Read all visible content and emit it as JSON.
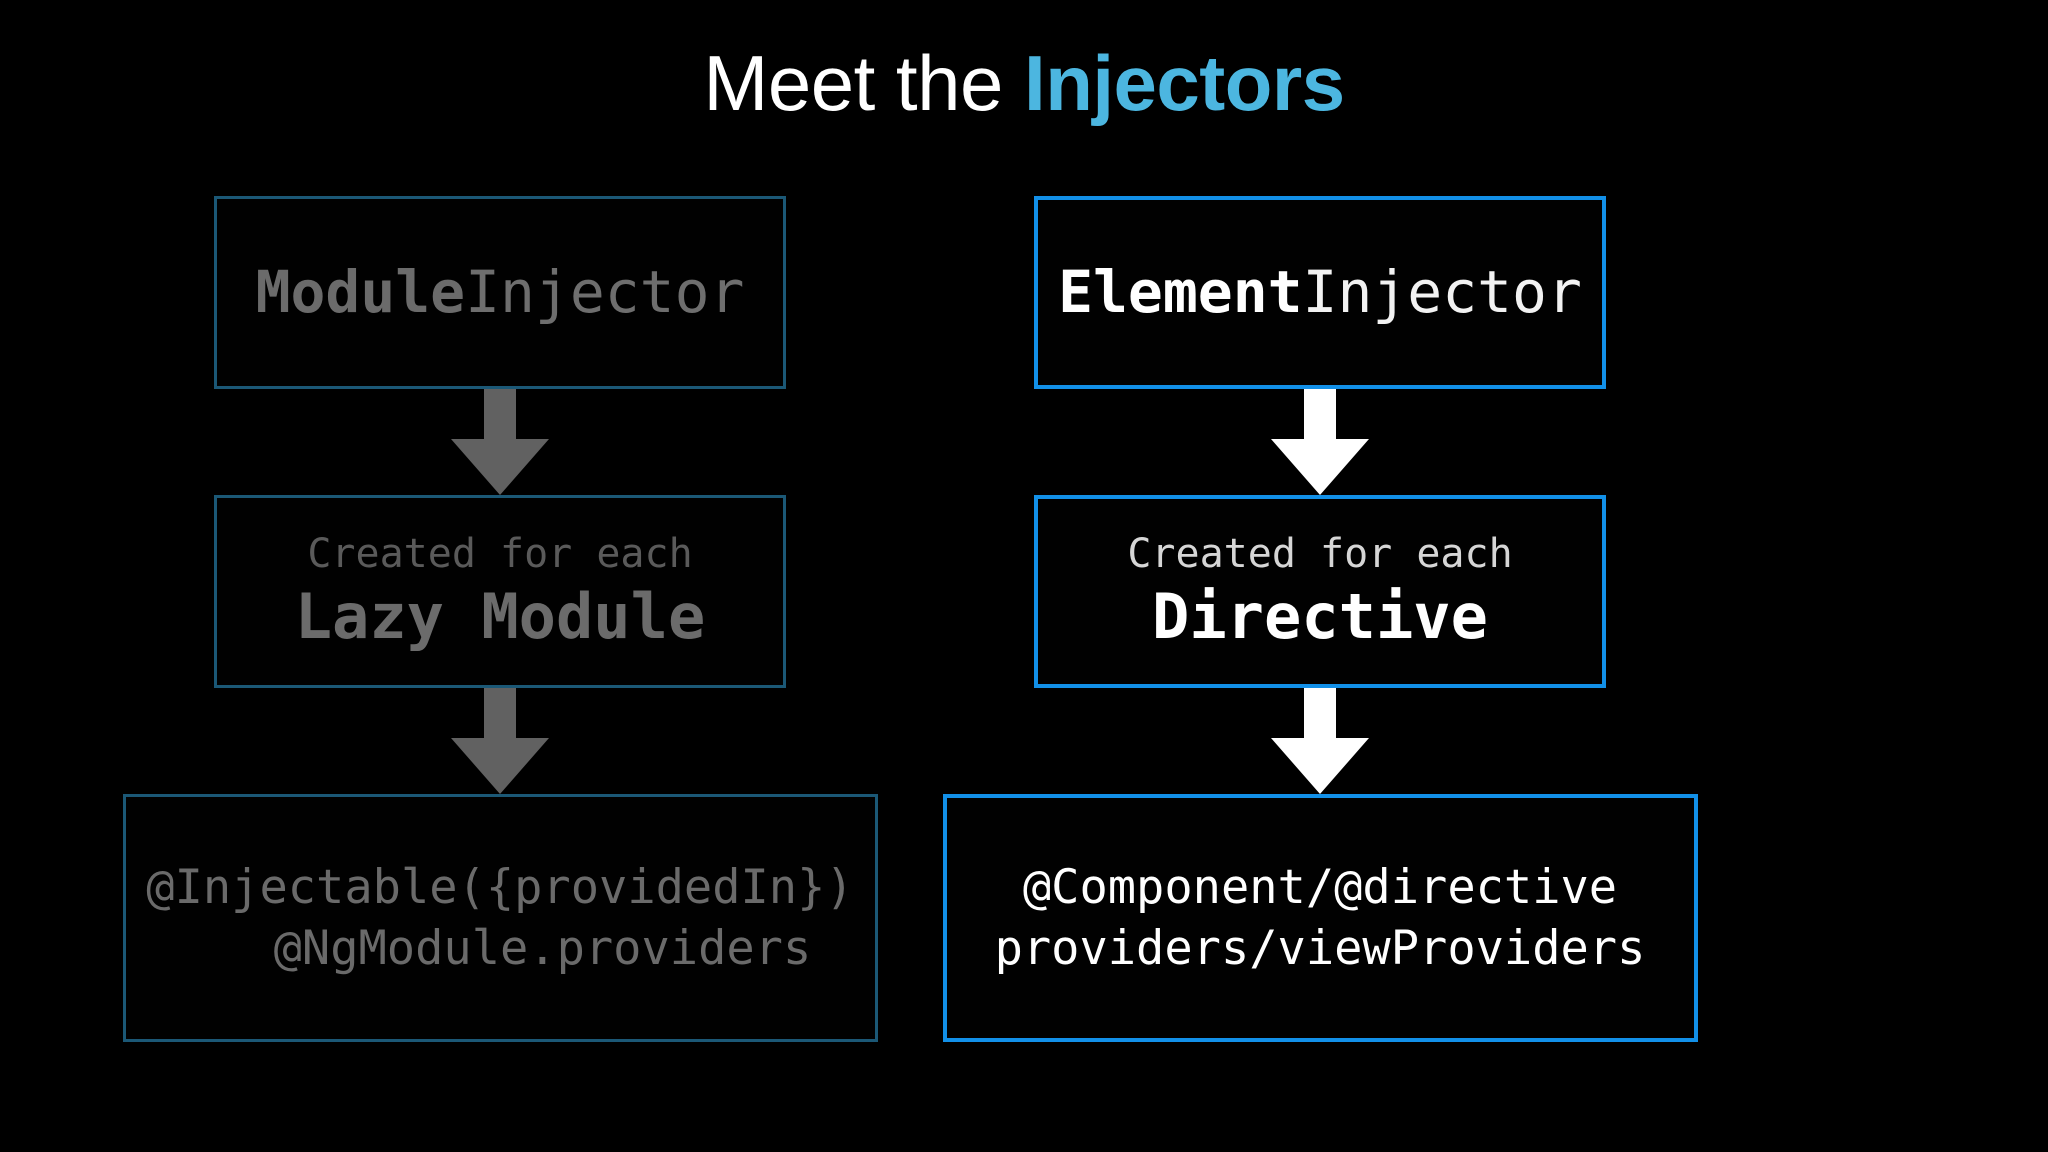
{
  "slide": {
    "background_color": "#000000",
    "title": {
      "plain": "Meet the ",
      "accent": "Injectors",
      "accent_color": "#4cb6e0",
      "plain_color": "#ffffff"
    }
  },
  "columns": [
    {
      "id": "module-injector",
      "state": "dimmed",
      "border_color": "#1b5876",
      "text_color": "#6b6b6b",
      "arrow_color": "#616161",
      "header": {
        "bold_part": "Module",
        "regular_part": "Injector"
      },
      "middle": {
        "caption": "Created for each",
        "subject": "Lazy Module"
      },
      "footer": {
        "lines": [
          "@Injectable({providedIn})",
          "   @NgModule.providers"
        ]
      },
      "arrows": [
        {
          "name": "arrow-down-module-to-lazy"
        },
        {
          "name": "arrow-down-lazy-to-providers"
        }
      ]
    },
    {
      "id": "element-injector",
      "state": "highlighted",
      "border_color": "#1290e8",
      "text_color": "#ffffff",
      "arrow_color": "#ffffff",
      "header": {
        "bold_part": "Element",
        "regular_part": "Injector"
      },
      "middle": {
        "caption": "Created for each",
        "subject": "Directive"
      },
      "footer": {
        "lines": [
          "@Component/@directive",
          "providers/viewProviders"
        ]
      },
      "arrows": [
        {
          "name": "arrow-down-element-to-directive"
        },
        {
          "name": "arrow-down-directive-to-providers"
        }
      ]
    }
  ]
}
